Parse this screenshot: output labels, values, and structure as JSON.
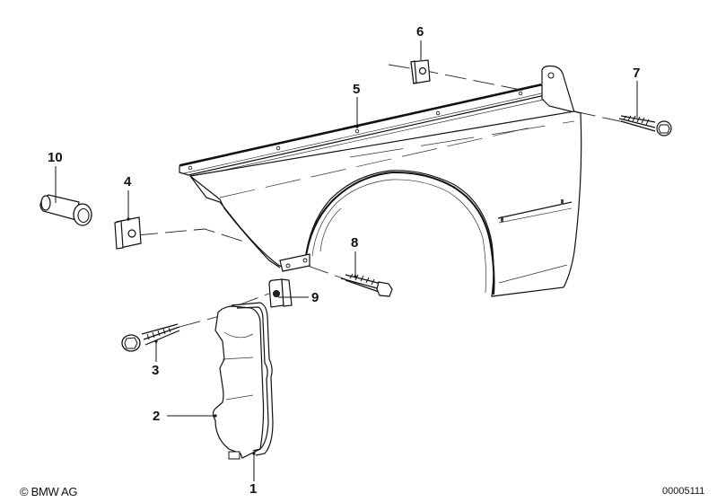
{
  "diagram": {
    "title": "Front fender / side panel exploded parts view",
    "callouts": [
      {
        "id": "1",
        "label": "1",
        "part": "wheel-arch-seal"
      },
      {
        "id": "2",
        "label": "2",
        "part": "splash-shield"
      },
      {
        "id": "3",
        "label": "3",
        "part": "hex-screw"
      },
      {
        "id": "4",
        "label": "4",
        "part": "clip-nut"
      },
      {
        "id": "5",
        "label": "5",
        "part": "front-fender"
      },
      {
        "id": "6",
        "label": "6",
        "part": "clip-nut"
      },
      {
        "id": "7",
        "label": "7",
        "part": "hex-screw"
      },
      {
        "id": "8",
        "label": "8",
        "part": "hex-screw"
      },
      {
        "id": "9",
        "label": "9",
        "part": "clip-nut"
      },
      {
        "id": "10",
        "label": "10",
        "part": "rubber-grommet"
      }
    ]
  },
  "footer": {
    "copyright": "© BMW AG",
    "diagram_number": "00005111"
  }
}
